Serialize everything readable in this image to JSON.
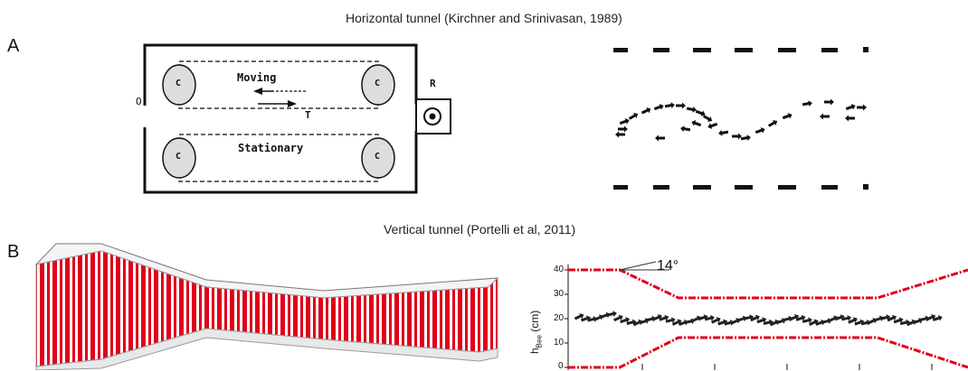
{
  "panels": [
    {
      "letter": "A",
      "title": "Horizontal tunnel (Kirchner and Srinivasan, 1989)",
      "schematic": {
        "label_opening": "O",
        "label_reward": "R",
        "belt_moving": "Moving",
        "belt_stationary": "Stationary",
        "label_tunnel": "T",
        "label_cylinder": "C"
      }
    },
    {
      "letter": "B",
      "title": "Vertical tunnel (Portelli et al, 2011)",
      "plot": {
        "ylabel_main": "h",
        "ylabel_sub": "Bee",
        "ylabel_unit": "(cm)",
        "angle_label": "14°",
        "yticks": [
          "0",
          "10",
          "20",
          "30",
          "40"
        ]
      }
    }
  ],
  "colors": {
    "stripe_red": "#e0001a",
    "ink": "#111111"
  }
}
